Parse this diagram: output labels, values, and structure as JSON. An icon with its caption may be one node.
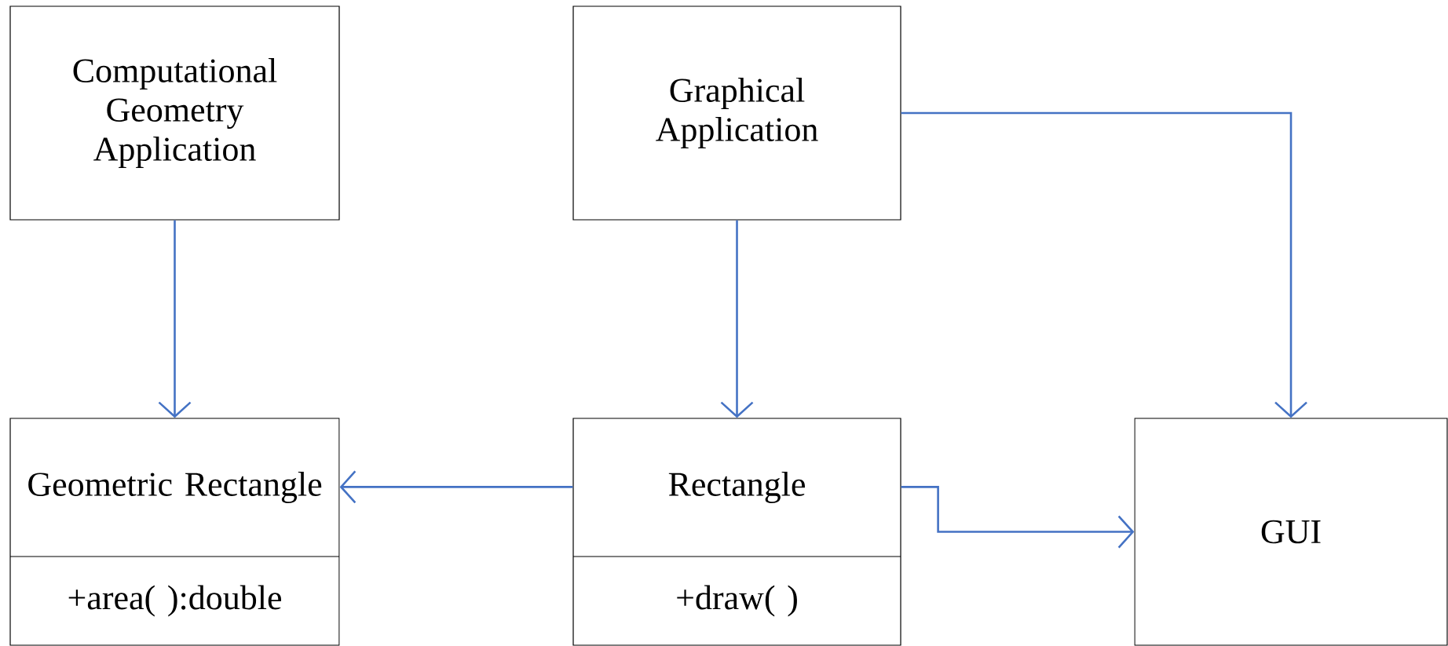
{
  "diagram": {
    "nodes": [
      {
        "text": [
          "Computational Geometry Application"
        ]
      },
      {
        "text": [
          "Graphical Application"
        ]
      },
      {
        "text": [
          "Geometric Rectangle",
          "+area( ):double"
        ]
      },
      {
        "text": [
          "Rectangle",
          "+draw( )"
        ]
      },
      {
        "text": [
          "GUI"
        ]
      }
    ],
    "edges": [
      {
        "from": 0,
        "to": 2,
        "arrow": "to"
      },
      {
        "from": 1,
        "to": 3,
        "arrow": "to"
      },
      {
        "from": 1,
        "to": 4,
        "arrow": "to"
      },
      {
        "from": 3,
        "to": 2,
        "arrow": "to"
      },
      {
        "from": 3,
        "to": 4,
        "arrow": "to"
      }
    ]
  }
}
